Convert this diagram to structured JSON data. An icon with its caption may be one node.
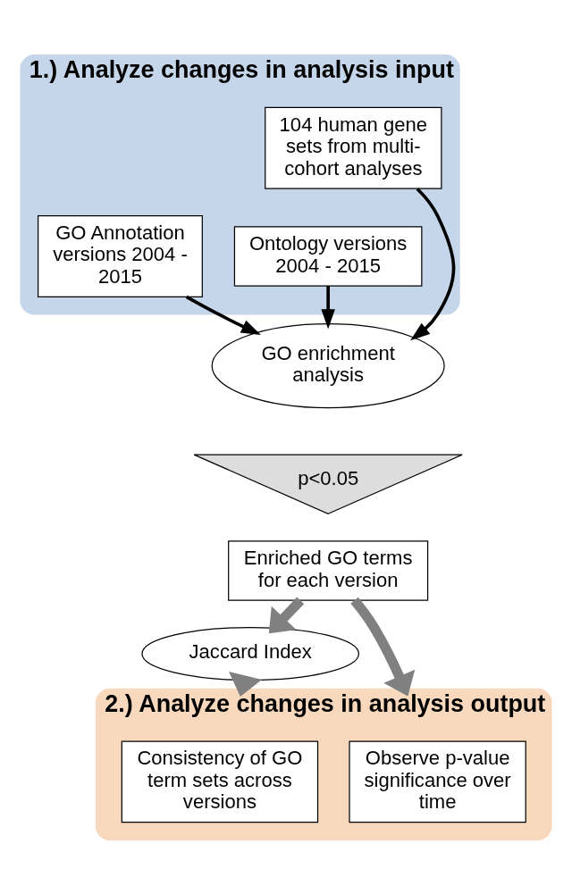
{
  "diagram": {
    "nodes": [
      {
        "text": [
          "1.) Analyze changes in analysis input"
        ]
      },
      {
        "text": [
          "104 human gene sets from multi-cohort analyses"
        ],
        "in": 0
      },
      {
        "text": [
          "Ontology versions 2004 - 2015"
        ],
        "in": 0
      },
      {
        "text": [
          "GO Annotation versions 2004 - 2015"
        ],
        "in": 0
      },
      {
        "text": [
          "GO enrichment analysis"
        ]
      },
      {
        "text": [
          "p<0.05"
        ]
      },
      {
        "text": [
          "Enriched GO terms for each version"
        ]
      },
      {
        "text": [
          "Jaccard Index"
        ]
      },
      {
        "text": [
          "2.) Analyze changes in analysis output"
        ]
      },
      {
        "text": [
          "Observe p-value significance over time"
        ],
        "in": 8
      },
      {
        "text": [
          "Consistency of GO term sets across versions"
        ],
        "in": 8
      }
    ],
    "edges": [
      {
        "from": 2,
        "to": 4,
        "arrow": "to"
      },
      {
        "from": 1,
        "to": 4,
        "arrow": "to"
      },
      {
        "from": 3,
        "to": 4,
        "arrow": "to"
      },
      {
        "from": 6,
        "to": 8,
        "arrow": "to",
        "style": "thick",
        "color": "#808080"
      },
      {
        "from": 6,
        "to": 7,
        "arrow": "to",
        "style": "thick",
        "color": "#808080"
      },
      {
        "from": 7,
        "to": 8,
        "arrow": "to",
        "style": "thick",
        "color": "#808080"
      }
    ]
  }
}
